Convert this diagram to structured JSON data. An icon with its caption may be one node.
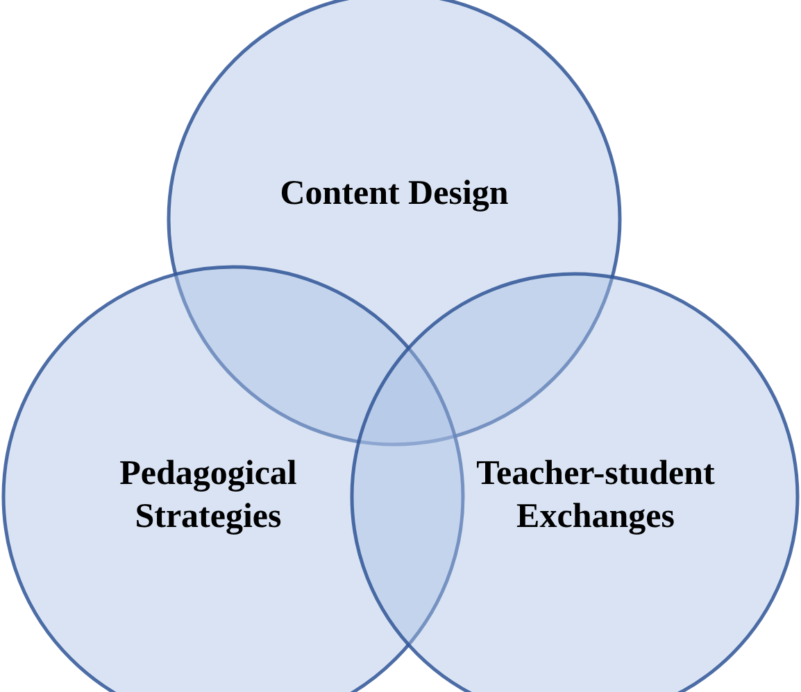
{
  "diagram": {
    "nodes": [
      {
        "text": [
          "Content Design"
        ]
      },
      {
        "text": [
          "Pedagogical Strategies"
        ]
      },
      {
        "text": [
          "Teacher-student Exchanges"
        ]
      }
    ]
  }
}
